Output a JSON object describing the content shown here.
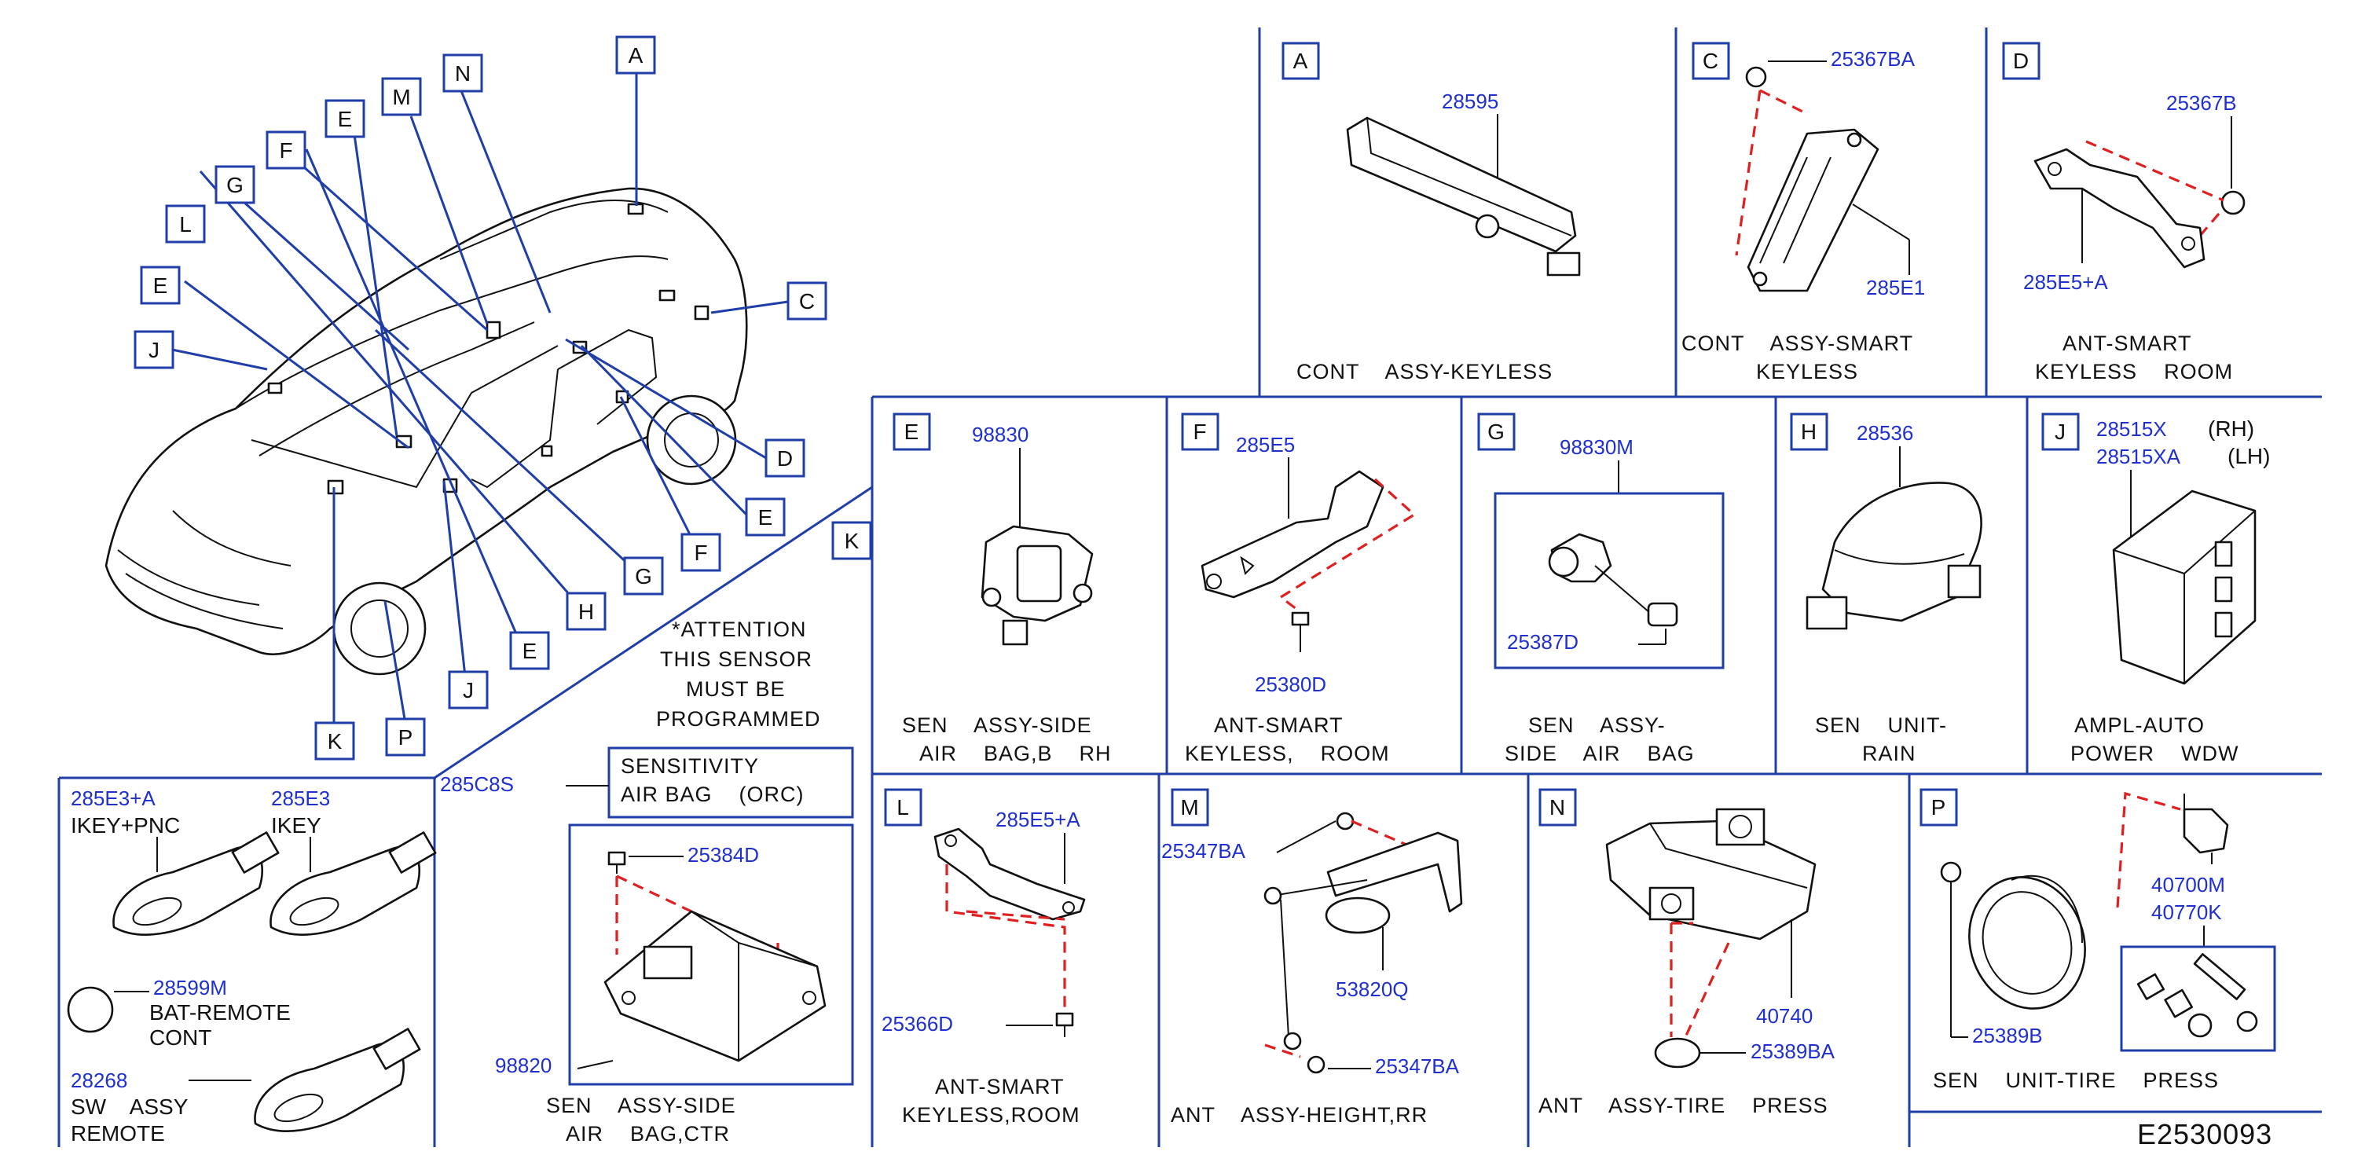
{
  "diagram_id": "E2530093",
  "attention_note": [
    "*ATTENTION",
    "THIS SENSOR",
    "MUST BE",
    "PROGRAMMED"
  ],
  "overview": {
    "callouts": [
      "A",
      "C",
      "D",
      "E",
      "F",
      "G",
      "H",
      "J",
      "K",
      "L",
      "M",
      "N",
      "P"
    ]
  },
  "sensitivity": {
    "part_no": "285C8S",
    "line1": "SENSITIVITY",
    "line2": "AIR BAG    (ORC)"
  },
  "panels": {
    "A": {
      "letter": "A",
      "parts": [
        "28595"
      ],
      "caption": [
        "CONT    ASSY-KEYLESS"
      ]
    },
    "C": {
      "letter": "C",
      "parts": [
        "25367BA",
        "285E1"
      ],
      "caption": [
        "CONT    ASSY-SMART",
        "KEYLESS"
      ]
    },
    "D": {
      "letter": "D",
      "parts": [
        "25367B",
        "285E5+A"
      ],
      "caption": [
        "ANT-SMART",
        "KEYLESS    ROOM"
      ]
    },
    "E": {
      "letter": "E",
      "parts": [
        "98830"
      ],
      "caption": [
        "SEN    ASSY-SIDE",
        "AIR    BAG,B    RH"
      ]
    },
    "F": {
      "letter": "F",
      "parts": [
        "285E5",
        "25380D"
      ],
      "caption": [
        "ANT-SMART",
        "KEYLESS,    ROOM"
      ]
    },
    "G": {
      "letter": "G",
      "parts": [
        "98830M",
        "25387D"
      ],
      "caption": [
        "SEN    ASSY-",
        "SIDE    AIR    BAG"
      ]
    },
    "H": {
      "letter": "H",
      "parts": [
        "28536"
      ],
      "caption": [
        "SEN    UNIT-",
        "RAIN"
      ]
    },
    "J": {
      "letter": "J",
      "parts": [
        "28515X",
        "28515XA"
      ],
      "sides": [
        "(RH)",
        "(LH)"
      ],
      "caption": [
        "AMPL-AUTO",
        "POWER    WDW"
      ]
    },
    "K": {
      "letter": "K",
      "parts": [
        "25384D",
        "98820"
      ],
      "caption": [
        "SEN    ASSY-SIDE",
        "AIR    BAG,CTR"
      ]
    },
    "L": {
      "letter": "L",
      "parts": [
        "285E5+A",
        "25366D"
      ],
      "caption": [
        "ANT-SMART",
        "KEYLESS,ROOM"
      ]
    },
    "M": {
      "letter": "M",
      "parts": [
        "25347BA",
        "53820Q",
        "25347BA"
      ],
      "caption": [
        "ANT    ASSY-HEIGHT,RR"
      ]
    },
    "N": {
      "letter": "N",
      "parts": [
        "40740",
        "25389BA"
      ],
      "caption": [
        "ANT    ASSY-TIRE    PRESS"
      ]
    },
    "P": {
      "letter": "P",
      "parts": [
        "40700M",
        "40770K",
        "25389B"
      ],
      "caption": [
        "SEN    UNIT-TIRE    PRESS"
      ]
    }
  },
  "keys": [
    {
      "part_no": "285E3+A",
      "desc": "IKEY+PNC"
    },
    {
      "part_no": "285E3",
      "desc": "IKEY"
    },
    {
      "part_no": "28599M",
      "desc": [
        "BAT-REMOTE",
        "CONT"
      ]
    },
    {
      "part_no": "28268",
      "desc": [
        "SW    ASSY",
        "REMOTE"
      ]
    }
  ],
  "colors": {
    "part_number": "#1f2fd0",
    "frame": "#1f3ea8",
    "dashed": "#e02020",
    "text": "#111111"
  }
}
